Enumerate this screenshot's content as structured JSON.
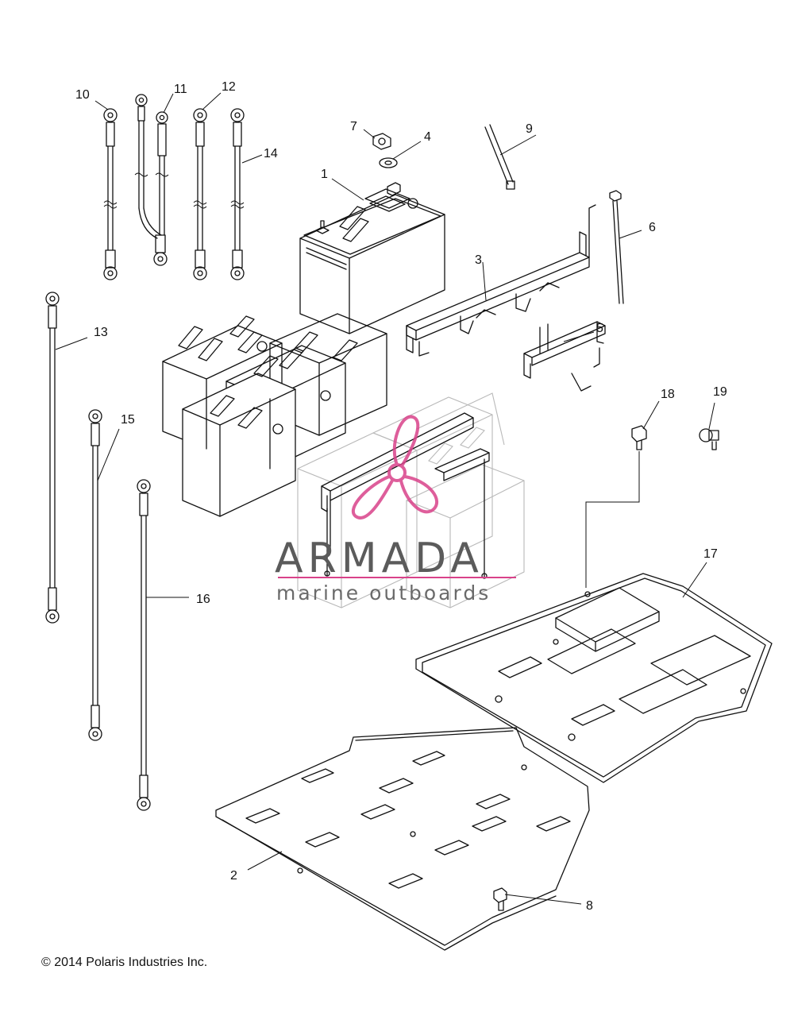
{
  "callouts": {
    "c1": "1",
    "c2": "2",
    "c3": "3",
    "c4": "4",
    "c5": "5",
    "c6": "6",
    "c7": "7",
    "c8": "8",
    "c9": "9",
    "c10": "10",
    "c11": "11",
    "c12": "12",
    "c13": "13",
    "c14": "14",
    "c15": "15",
    "c16": "16",
    "c17": "17",
    "c18": "18",
    "c19": "19"
  },
  "watermark": {
    "title": "ARMADA",
    "subtitle": "marine outboards",
    "accent_color": "#d9428a"
  },
  "copyright": "© 2014 Polaris Industries Inc."
}
